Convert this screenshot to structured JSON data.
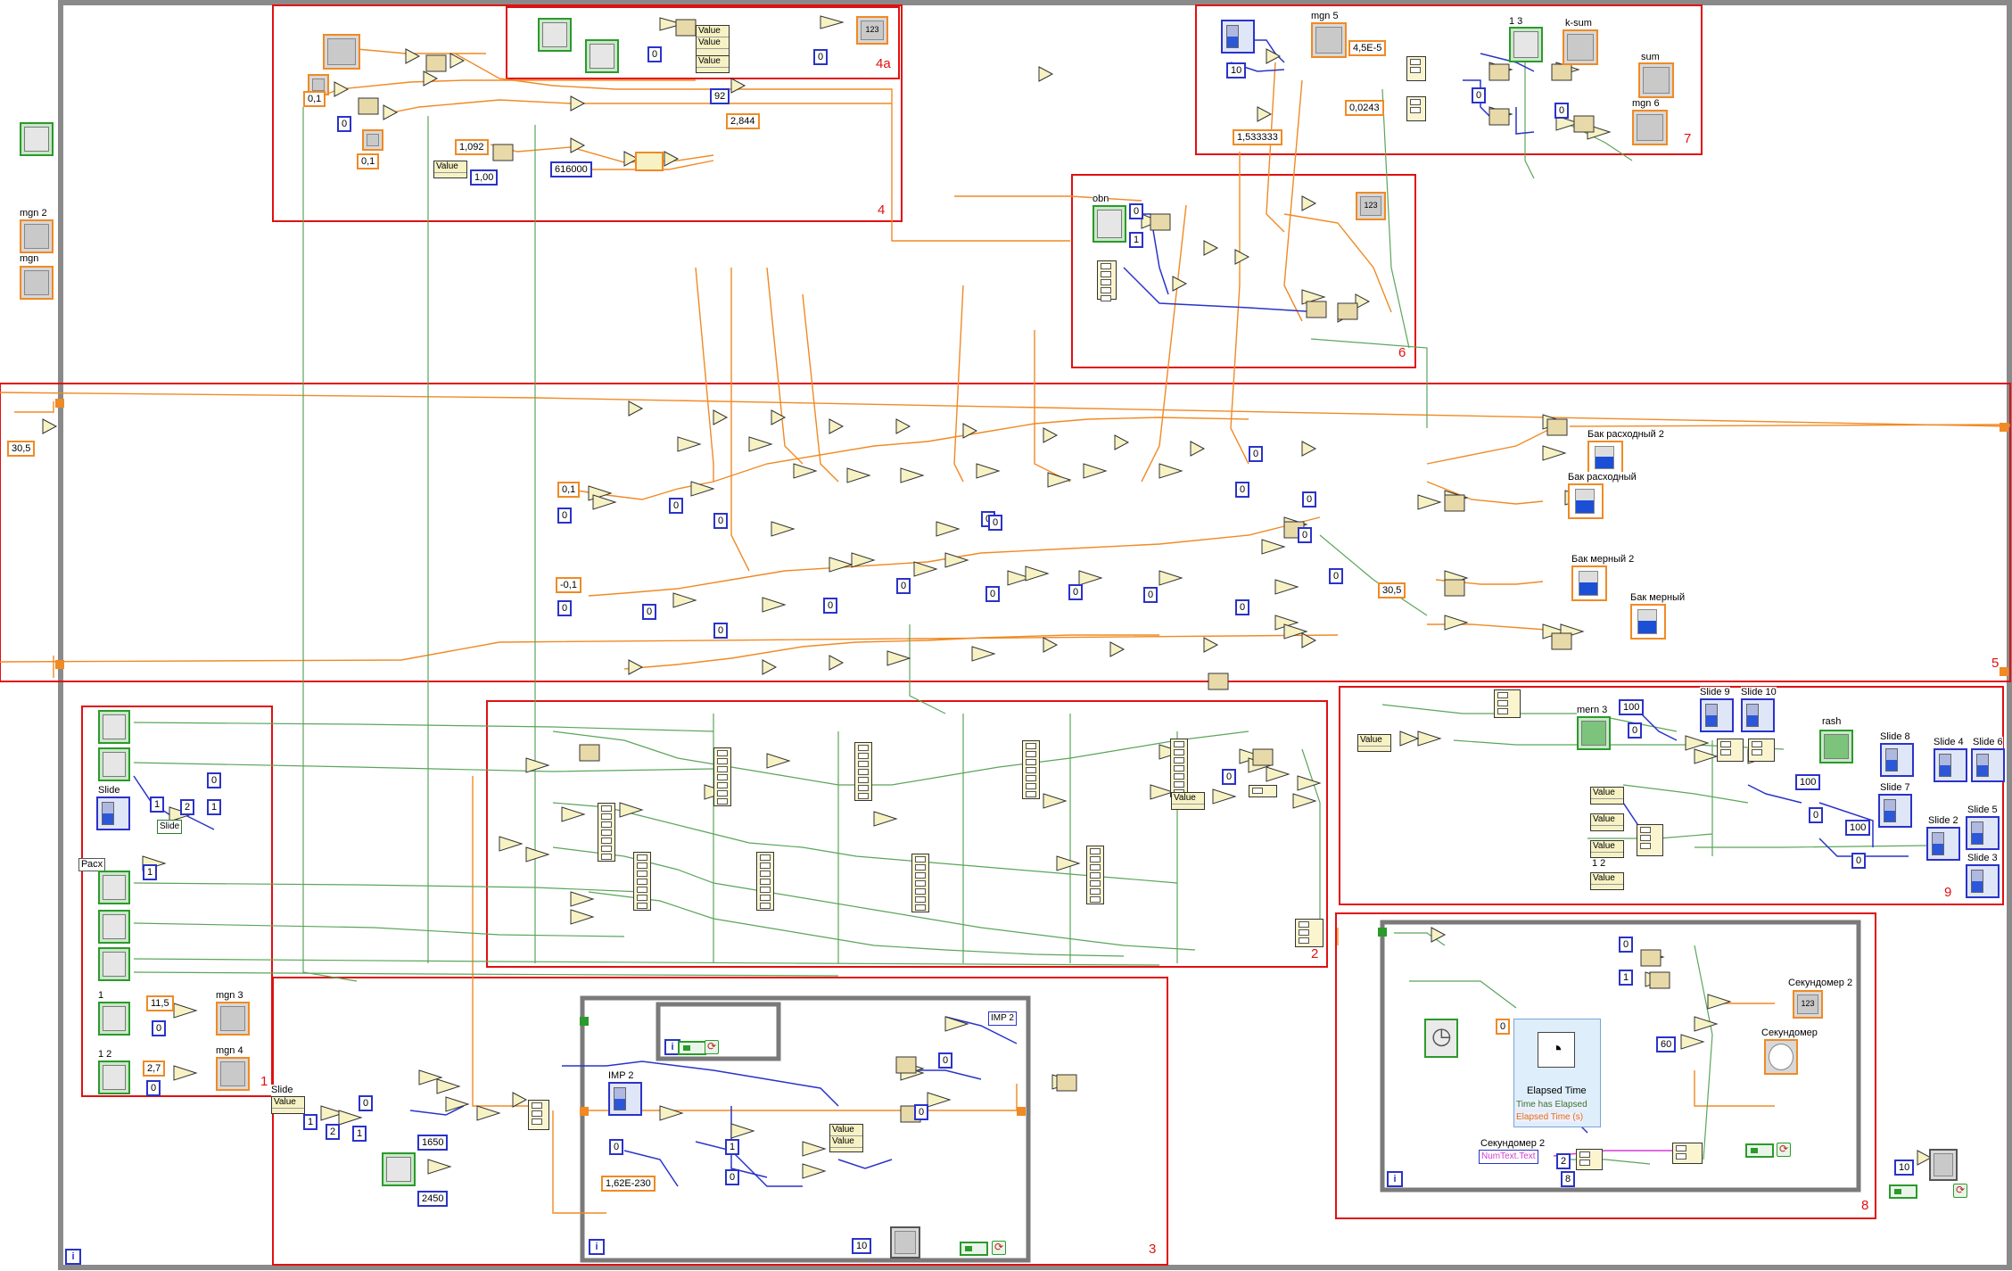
{
  "diagram": {
    "structure_labels": [
      "1",
      "2",
      "3",
      "4",
      "4a",
      "5",
      "6",
      "7",
      "8",
      "9"
    ],
    "controls": {
      "mgn2": "mgn 2",
      "mgn": "mgn",
      "mgn3": "mgn 3",
      "mgn4": "mgn 4",
      "mgn5": "mgn 5",
      "mgn6": "mgn 6",
      "ksum": "k-sum",
      "sum": "sum",
      "obn": "obn",
      "slide_main": "Slide",
      "slide3": "Slide",
      "rasx": "Расх",
      "one": "1",
      "one2": "1 2",
      "one3": "1 3",
      "imp2": "IMP 2",
      "mern3": "mern 3",
      "rash": "rash",
      "one2b": "1 2"
    },
    "tanks": {
      "bak_rash2": "Бак расходный 2",
      "bak_rash": "Бак расходный",
      "bak_mer2": "Бак мерный 2",
      "bak_mer": "Бак мерный"
    },
    "slides": {
      "s9": "Slide 9",
      "s10": "Slide 10",
      "s8": "Slide 8",
      "s4": "Slide 4",
      "s6": "Slide 6",
      "s7": "Slide 7",
      "s2": "Slide 2",
      "s5": "Slide 5",
      "s3": "Slide 3"
    },
    "timer_section": {
      "elapsed_time": "Elapsed Time",
      "has_elapsed": "Time has Elapsed",
      "elapsed_s": "Elapsed Time (s)",
      "sekundomer2": "Секундомер 2",
      "sekundomer": "Секундомер",
      "sekundomer2_node": "Секундомер 2",
      "numtext": "NumText.Text"
    },
    "imp2_indicator": "IMP 2",
    "value_label": "Value",
    "constants": {
      "c_0_1": "0,1",
      "c_0_1b": "0,1",
      "c_0": "0",
      "c_92": "92",
      "c_2844": "2,844",
      "c_1092": "1,092",
      "c_100": "1,00",
      "c_616000": "616000",
      "c_4_5e5": "4,5E-5",
      "c_10": "10",
      "c_00243": "0,0243",
      "c_1533333": "1,533333",
      "c_1": "1",
      "c_305": "30,5",
      "c_01n": "-0,1",
      "c_2": "2",
      "c_115": "11,5",
      "c_27": "2,7",
      "c_1650": "1650",
      "c_2450": "2450",
      "c_162e230": "1,62E-230",
      "c_100i": "100",
      "c_60": "60",
      "c_8": "8"
    },
    "iteration_terminal": "i"
  }
}
